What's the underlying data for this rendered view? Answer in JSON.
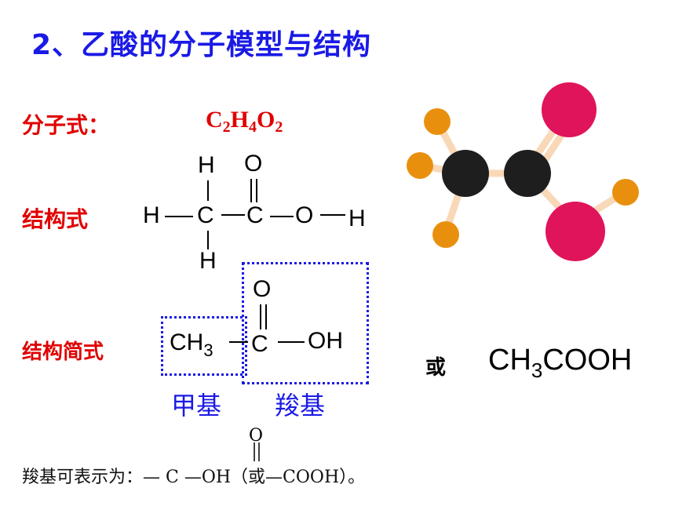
{
  "title": "2、乙酸的分子模型与结构",
  "molecular_formula": {
    "label": "分子式：",
    "C": "C",
    "C_sub": "2",
    "H": "H",
    "H_sub": "4",
    "O": "O",
    "O_sub": "2"
  },
  "structural_formula": {
    "label": "结构式",
    "atoms": {
      "h_top": "H",
      "h_left": "H",
      "c1": "C",
      "h_bottom": "H",
      "o_top": "O",
      "c2": "C",
      "o_right": "O",
      "h_right": "H"
    }
  },
  "condensed_formula": {
    "label": "结构简式",
    "ch3_main": "CH",
    "ch3_sub": "3",
    "c": "C",
    "o_top": "O",
    "oh": "OH",
    "methyl_label": "甲基",
    "carboxyl_label": "羧基",
    "or_label": "或",
    "alt_main": "CH",
    "alt_sub": "3",
    "alt_rest": "COOH"
  },
  "note": {
    "text": "羧基可表示为：— C —OH（或—COOH）。",
    "o_top": "O"
  },
  "colors": {
    "title": "#1a1ae6",
    "label_red": "#e00000",
    "box_blue": "#1a1ae6",
    "carbon": "#1e1e1e",
    "oxygen": "#e0145a",
    "hydrogen": "#e8900e",
    "bond": "#f9d8b8"
  },
  "ball_model_icon": "acetic-acid-ball-and-stick-model"
}
